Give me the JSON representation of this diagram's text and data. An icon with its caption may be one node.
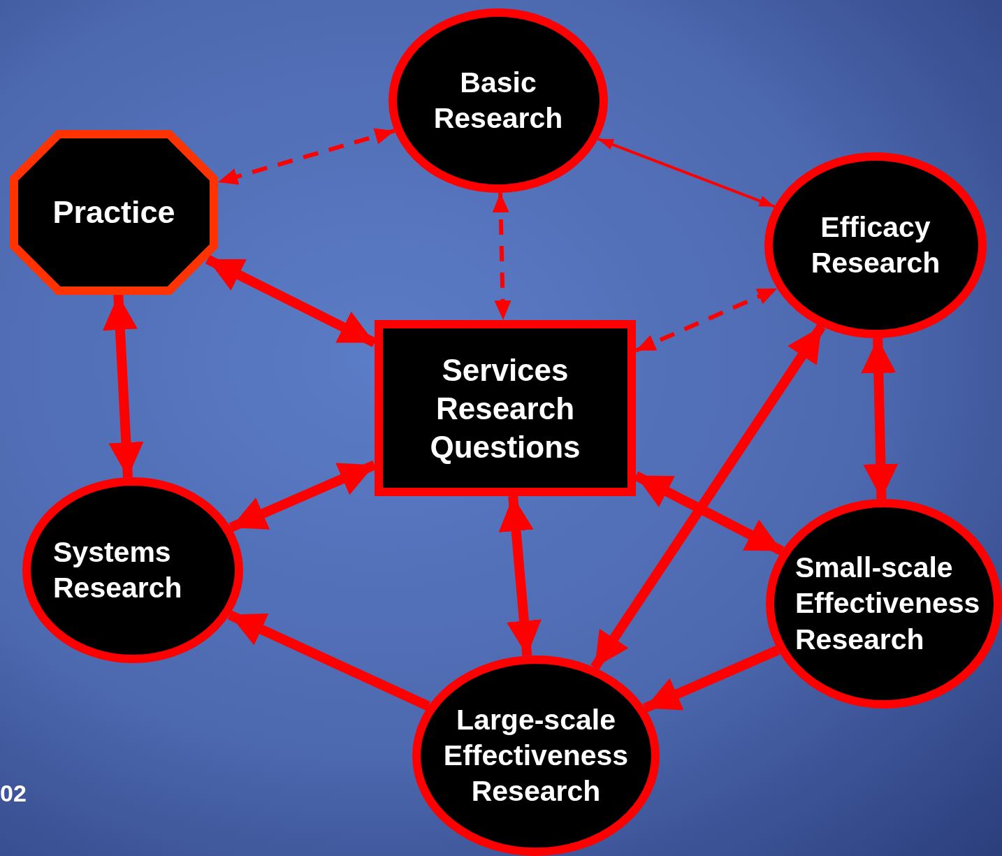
{
  "diagram": {
    "nodes": [
      {
        "text": [
          "Basic Research"
        ]
      },
      {
        "text": [
          "Practice"
        ]
      },
      {
        "text": [
          "Efficacy Research"
        ]
      },
      {
        "text": [
          "Services Research Questions"
        ]
      },
      {
        "text": [
          "Systems Research"
        ]
      },
      {
        "text": [
          "Small-scale Effectiveness Research"
        ]
      },
      {
        "text": [
          "Large-scale Effectiveness Research"
        ]
      }
    ],
    "edges": [
      {
        "from": 0,
        "to": 1,
        "arrow": "both",
        "style": "dashed"
      },
      {
        "from": 0,
        "to": 2,
        "arrow": "both"
      },
      {
        "from": 0,
        "to": 3,
        "arrow": "both",
        "style": "dashed"
      },
      {
        "from": 3,
        "to": 2,
        "arrow": "both",
        "style": "dashed"
      },
      {
        "from": 1,
        "to": 3,
        "arrow": "both"
      },
      {
        "from": 1,
        "to": 4,
        "arrow": "both"
      },
      {
        "from": 3,
        "to": 4,
        "arrow": "both"
      },
      {
        "from": 3,
        "to": 6,
        "arrow": "both"
      },
      {
        "from": 3,
        "to": 5,
        "arrow": "both"
      },
      {
        "from": 2,
        "to": 5,
        "arrow": "both"
      },
      {
        "from": 2,
        "to": 6,
        "arrow": "both"
      },
      {
        "from": 5,
        "to": 6,
        "arrow": "to"
      },
      {
        "from": 6,
        "to": 4,
        "arrow": "to"
      }
    ],
    "labels": [
      "02"
    ]
  }
}
